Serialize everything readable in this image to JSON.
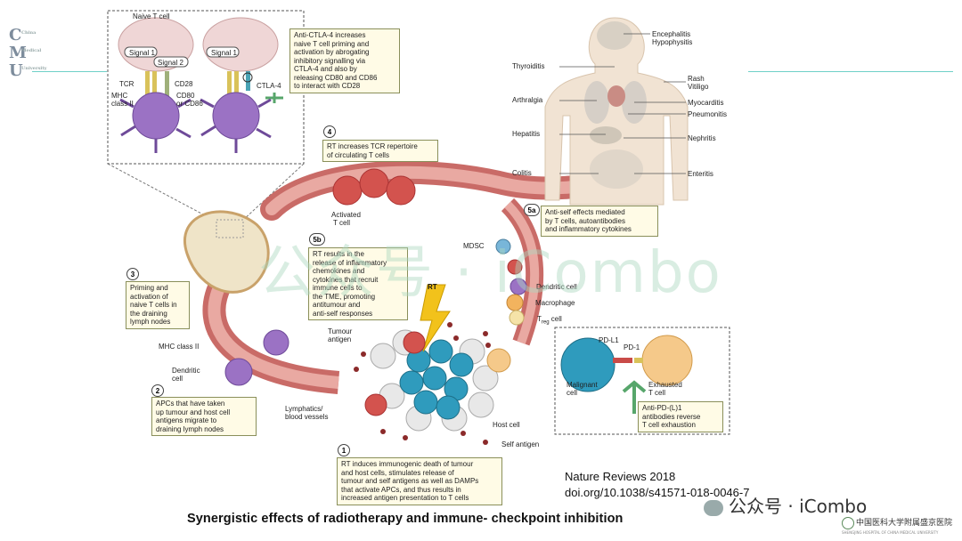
{
  "logo": {
    "letters": [
      "C",
      "M",
      "U"
    ],
    "sub": [
      "China",
      "Medical",
      "University"
    ]
  },
  "panel_top": {
    "naive_t_cell": "Naive T cell",
    "signal1a": "Signal 1",
    "signal2": "Signal 2",
    "signal1b": "Signal 1",
    "tcr": "TCR",
    "cd28": "CD28",
    "mhc": [
      "MHC",
      "class II"
    ],
    "cd80": [
      "CD80",
      "or CD86"
    ],
    "ctla4": "CTLA-4",
    "ctla4_text": [
      "Anti-CTLA-4 increases",
      "naive T cell priming and",
      "activation by abrogating",
      "inhibitory signalling via",
      "CTLA-4 and also by",
      "releasing CD80 and CD86",
      "to interact with CD28"
    ]
  },
  "body": {
    "left_labels": [
      "Thyroiditis",
      "Arthralgia",
      "Hepatitis",
      "Colitis"
    ],
    "right_labels": [
      [
        "Encephalitis",
        "Hypophysitis"
      ],
      [
        "Rash",
        "Vitiligo"
      ],
      [
        "Myocarditis"
      ],
      [
        "Pneumonitis"
      ],
      [
        "Nephritis"
      ],
      [
        "Enteritis"
      ]
    ],
    "step5a_num": "5a",
    "step5a_text": [
      "Anti-self effects mediated",
      "by T cells, autoantibodies",
      "and inflammatory cytokines"
    ]
  },
  "steps": {
    "s4_num": "4",
    "s4_text": [
      "RT increases TCR repertoire",
      "of circulating T cells"
    ],
    "activated_t_cell": [
      "Activated",
      "T cell"
    ],
    "s3_num": "3",
    "s3_text": [
      "Priming and",
      "activation of",
      "naive T cells in",
      "the draining",
      "lymph nodes"
    ],
    "s5b_num": "5b",
    "s5b_text": [
      "RT results in the",
      "release of inflammatory",
      "chemokines and",
      "cytokines that recruit",
      "immune cells to",
      "the TME, promoting",
      "antitumour and",
      "anti-self responses"
    ],
    "rt": "RT",
    "mdsc": "MDSC",
    "dendritic_cell": "Dendritic cell",
    "macrophage": "Macrophage",
    "treg_t": "T",
    "treg_sub": "reg",
    "treg_cell": "cell",
    "mhc_class_ii": "MHC class II",
    "dendritic": [
      "Dendritic",
      "cell"
    ],
    "tumour_antigen": [
      "Tumour",
      "antigen"
    ],
    "s2_num": "2",
    "s2_text": [
      "APCs that have taken",
      "up tumour and host cell",
      "antigens migrate to",
      "draining lymph nodes"
    ],
    "lymphatics": [
      "Lymphatics/",
      "blood vessels"
    ],
    "host_cell": "Host cell",
    "self_antigen": "Self antigen",
    "s1_num": "1",
    "s1_text": [
      "RT induces immunogenic death of tumour",
      "and host cells, stimulates release of",
      "tumour and self antigens as well as DAMPs",
      "that activate APCs, and thus results in",
      "increased antigen presentation to T cells"
    ]
  },
  "pd_panel": {
    "pdl1": "PD-L1",
    "pd1": "PD-1",
    "malignant": [
      "Malignant",
      "cell"
    ],
    "exhausted": [
      "Exhausted",
      "T cell"
    ],
    "anti_pd": [
      "Anti-PD-(L)1",
      "antibodies reverse",
      "T cell exhaustion"
    ]
  },
  "reference": [
    "Nature Reviews 2018",
    "doi.org/10.1038/s41571-018-0046-7"
  ],
  "title": "Synergistic effects of radiotherapy and immune- checkpoint inhibition",
  "watermark": {
    "small": "公众号 · iCombo",
    "big": "公众号 · iCombo"
  },
  "footer": {
    "main": "中国医科大学附属盛京医院",
    "sub": "SHENGJING HOSPITAL OF CHINA MEDICAL UNIVERSITY"
  },
  "colors": {
    "vessel": "#c96b67",
    "tumour": "#2f9bbd",
    "tcell": "#c94b48",
    "dendritic": "#8a5fb8",
    "accent_line": "#6fd0c8"
  }
}
